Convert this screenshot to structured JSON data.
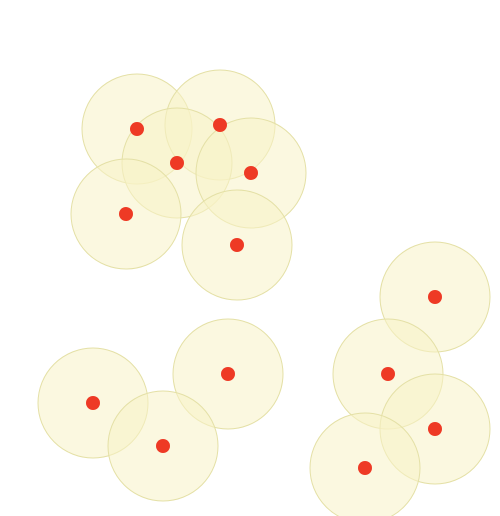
{
  "diagram": {
    "background_color": "#ffffff",
    "range_fill_color": "#f7f3c6",
    "range_fill_opacity": 0.55,
    "range_stroke_color": "#e4e0a6",
    "site_color": "#ee3a25",
    "sites": [
      {
        "id": 1
      },
      {
        "id": 2
      },
      {
        "id": 3
      },
      {
        "id": 4
      },
      {
        "id": 5
      },
      {
        "id": 6
      },
      {
        "id": 7
      },
      {
        "id": 8
      },
      {
        "id": 9
      },
      {
        "id": 10
      },
      {
        "id": 11
      },
      {
        "id": 12
      },
      {
        "id": 13
      },
      {
        "id": 14
      }
    ]
  }
}
